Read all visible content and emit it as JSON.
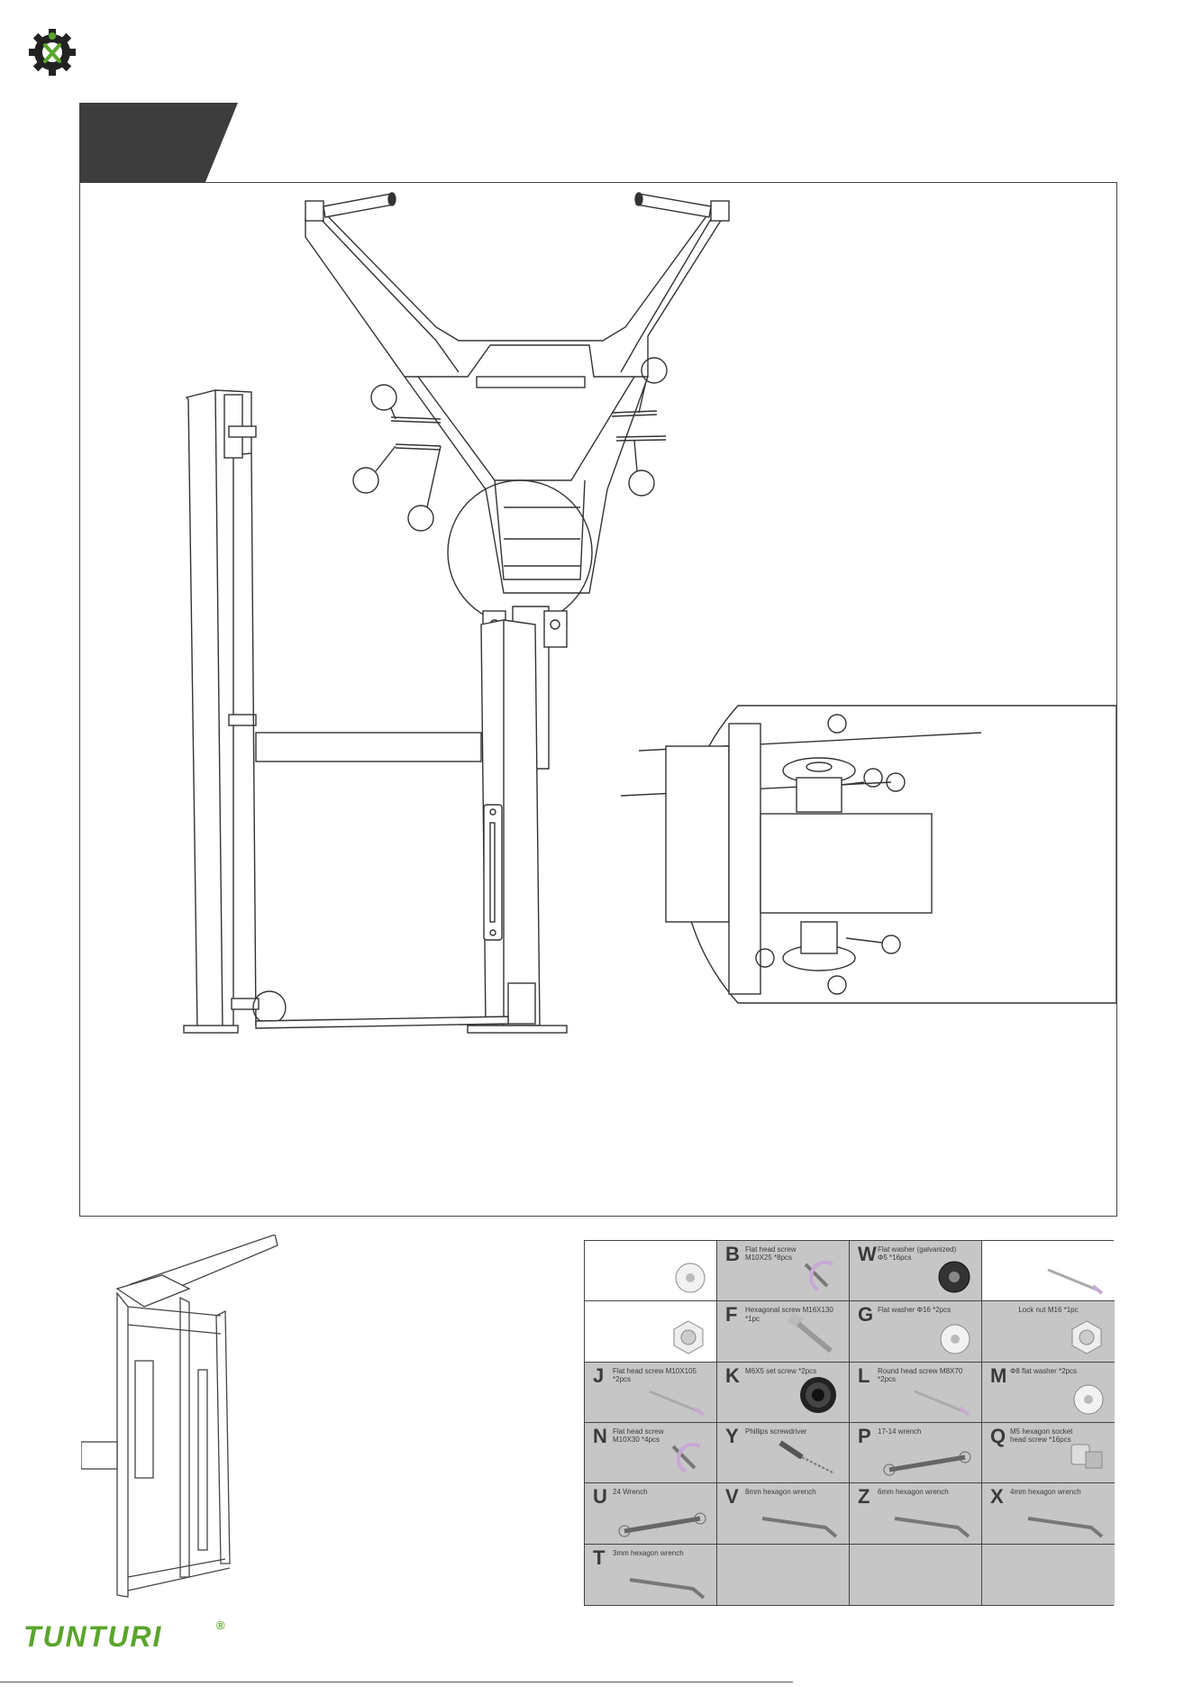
{
  "brand": {
    "name": "TUNTURI",
    "registered": "®"
  },
  "colors": {
    "brand_green": "#5aa52c",
    "tab_dark": "#3d3d3d",
    "cell_gray": "#c6c6c6",
    "line": "#444444"
  },
  "icons": {
    "logo": "gear-wrench-icon"
  },
  "parts": [
    {
      "letter": "",
      "desc": "",
      "icon": "washer-icon",
      "shade": "white"
    },
    {
      "letter": "B",
      "desc": "Flat head screw\nM10X25 *8pcs",
      "icon": "screw-icon",
      "shade": "gray"
    },
    {
      "letter": "W",
      "desc": "Flat washer (galvanized)\nΦ5 *16pcs",
      "icon": "washer-dark-icon",
      "shade": "gray"
    },
    {
      "letter": "",
      "desc": "",
      "icon": "long-screw-icon",
      "shade": "white"
    },
    {
      "letter": "",
      "desc": "",
      "icon": "nut-icon",
      "shade": "white"
    },
    {
      "letter": "F",
      "desc": "Hexagonal screw M16X130 *1pc",
      "icon": "hex-bolt-icon",
      "shade": "gray"
    },
    {
      "letter": "G",
      "desc": "Flat washer Φ16 *2pcs",
      "icon": "washer-icon",
      "shade": "gray"
    },
    {
      "letter": "",
      "desc": "Lock nut M16 *1pc",
      "icon": "nut-icon",
      "shade": "gray"
    },
    {
      "letter": "J",
      "desc": "Flat head screw M10X105 *2pcs",
      "icon": "long-screw-icon",
      "shade": "gray"
    },
    {
      "letter": "K",
      "desc": "M6X5 set screw *2pcs",
      "icon": "set-screw-icon",
      "shade": "gray"
    },
    {
      "letter": "L",
      "desc": "Round head screw M8X70 *2pcs",
      "icon": "long-screw-icon",
      "shade": "gray"
    },
    {
      "letter": "M",
      "desc": "Φ8 flat washer *2pcs",
      "icon": "washer-icon",
      "shade": "gray"
    },
    {
      "letter": "N",
      "desc": "Flat head screw\nM10X30 *4pcs",
      "icon": "screw-icon",
      "shade": "gray"
    },
    {
      "letter": "Y",
      "desc": "Phillips screwdriver",
      "icon": "screwdriver-icon",
      "shade": "gray"
    },
    {
      "letter": "P",
      "desc": "17-14 wrench",
      "icon": "wrench-icon",
      "shade": "gray"
    },
    {
      "letter": "Q",
      "desc": "M5 hexagon socket\nhead screw *16pcs",
      "icon": "socket-screw-icon",
      "shade": "gray"
    },
    {
      "letter": "U",
      "desc": "24 Wrench",
      "icon": "wrench-icon",
      "shade": "gray"
    },
    {
      "letter": "V",
      "desc": "8mm hexagon wrench",
      "icon": "hex-key-icon",
      "shade": "gray"
    },
    {
      "letter": "Z",
      "desc": "6mm hexagon wrench",
      "icon": "hex-key-icon",
      "shade": "gray"
    },
    {
      "letter": "X",
      "desc": "4mm hexagon wrench",
      "icon": "hex-key-icon",
      "shade": "gray"
    },
    {
      "letter": "T",
      "desc": "3mm hexagon wrench",
      "icon": "hex-key-icon",
      "shade": "gray"
    },
    {
      "letter": "",
      "desc": "",
      "icon": "",
      "shade": "gray"
    },
    {
      "letter": "",
      "desc": "",
      "icon": "",
      "shade": "gray"
    },
    {
      "letter": "",
      "desc": "",
      "icon": "",
      "shade": "gray"
    }
  ]
}
